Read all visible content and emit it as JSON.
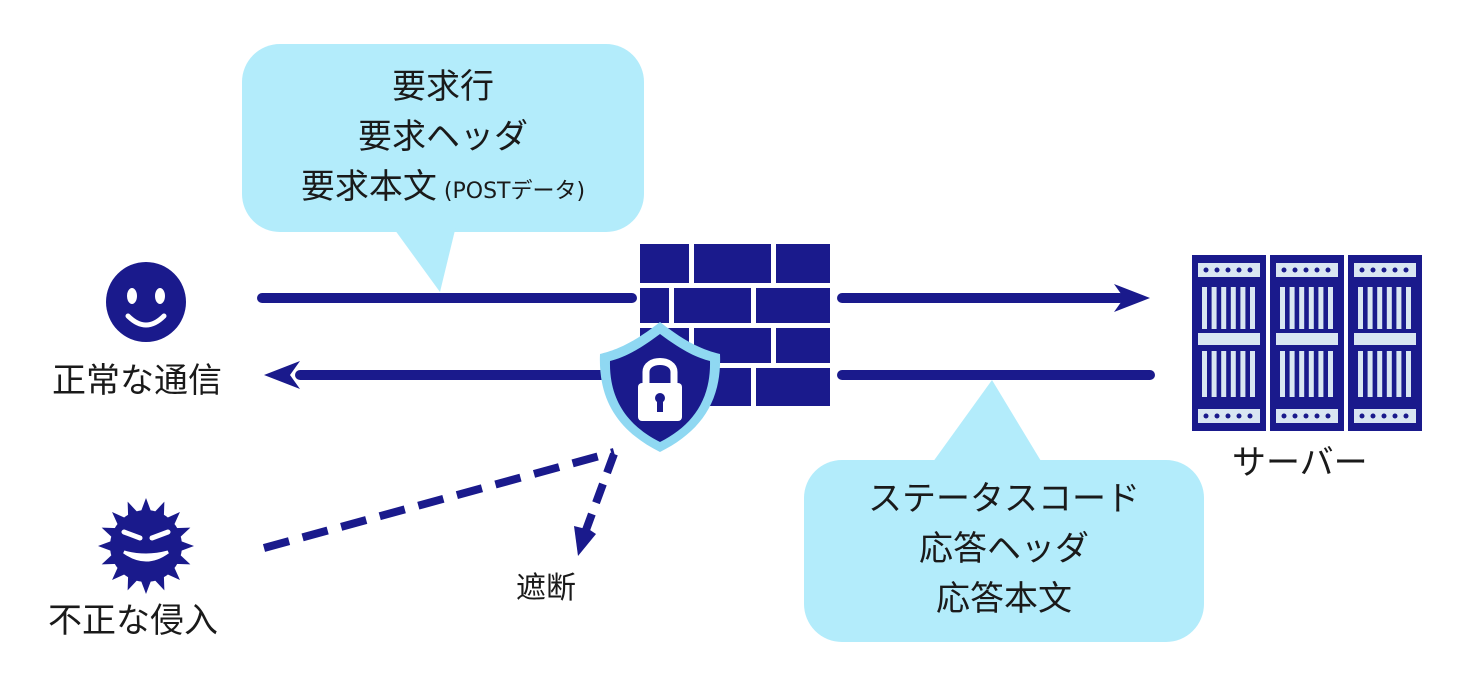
{
  "request_bubble": {
    "line1": "要求行",
    "line2": "要求ヘッダ",
    "line3_main": "要求本文",
    "line3_paren": " (POSTデータ)"
  },
  "response_bubble": {
    "line1": "ステータスコード",
    "line2": "応答ヘッダ",
    "line3": "応答本文"
  },
  "labels": {
    "normal_traffic": "正常な通信",
    "intrusion": "不正な侵入",
    "blocked": "遮断",
    "server": "サーバー"
  },
  "colors": {
    "navy": "#1a1a8c",
    "bubble": "#b3ecfb",
    "shield_outline": "#8fd8f2",
    "server_light": "#d9e6f2"
  },
  "icons": [
    "smiley-face-icon",
    "virus-face-icon",
    "firewall-brick-icon",
    "shield-lock-icon",
    "server-rack-icon"
  ]
}
